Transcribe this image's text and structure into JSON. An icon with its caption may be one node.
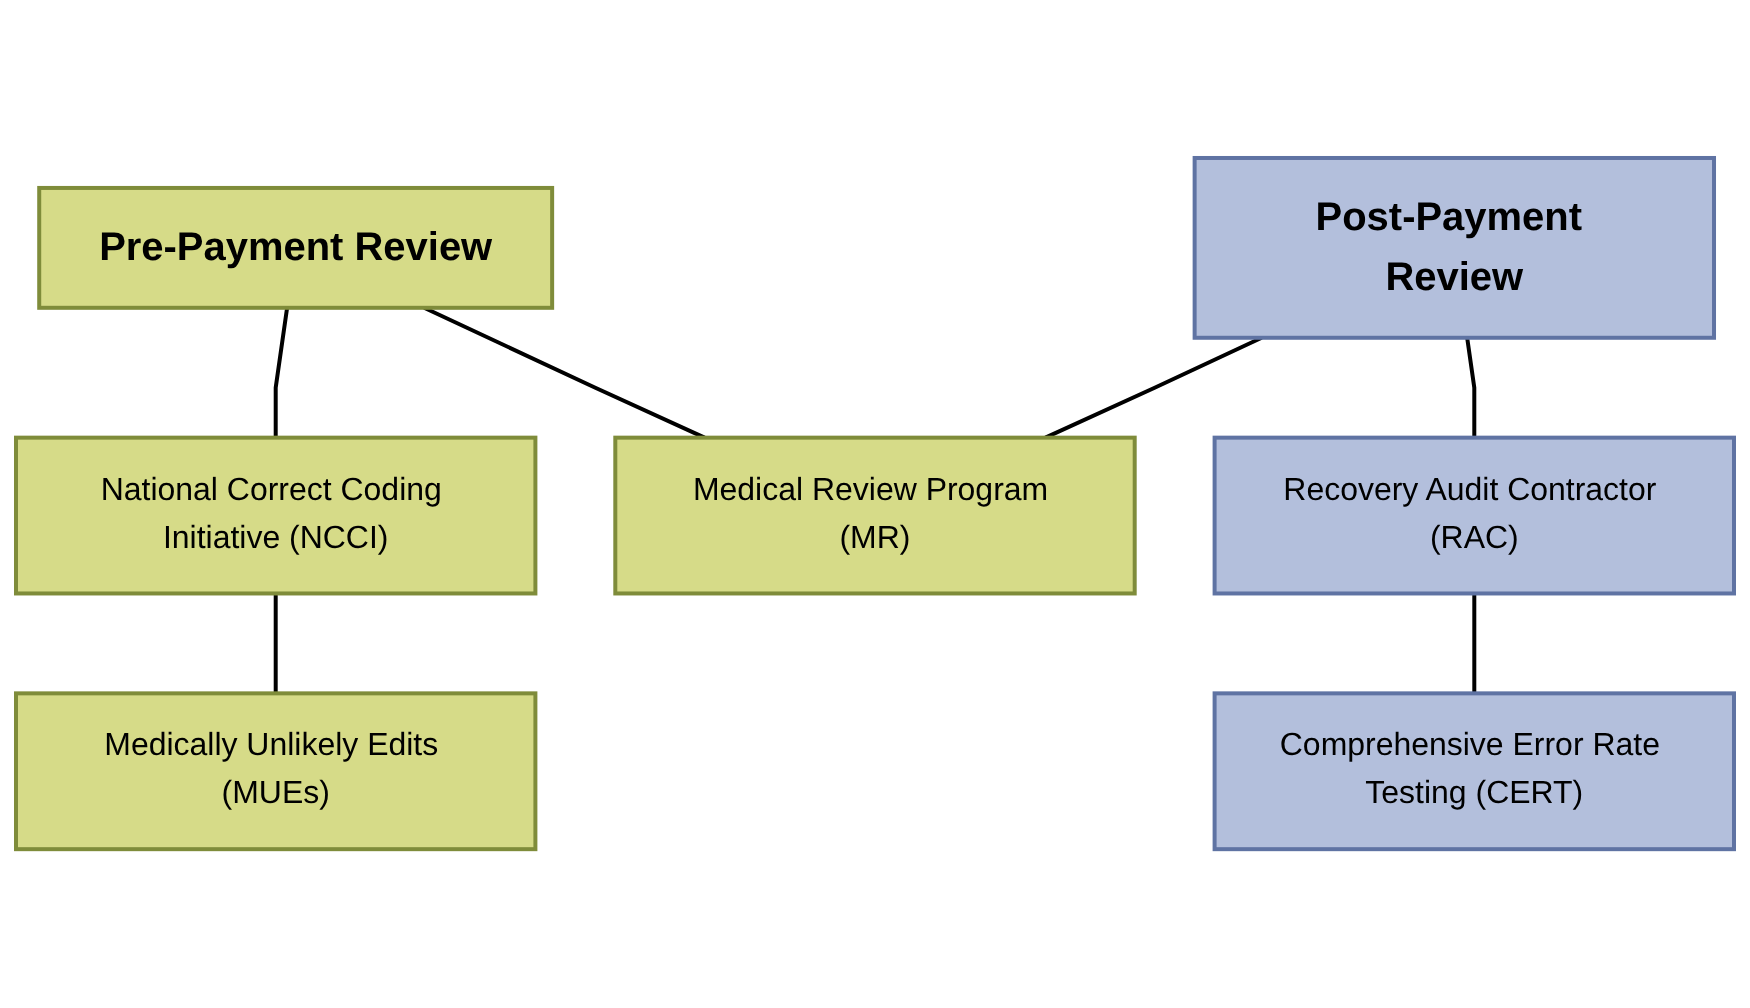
{
  "diagram": {
    "nodes": [
      {
        "text": [
          "Pre-Payment Review"
        ]
      },
      {
        "text": [
          "Post-Payment Review"
        ]
      },
      {
        "text": [
          "National Correct Coding Initiative (NCCI)"
        ]
      },
      {
        "text": [
          "Medically Unlikely Edits (MUEs)"
        ]
      },
      {
        "text": [
          "Recovery Audit Contractor (RAC)"
        ]
      },
      {
        "text": [
          "Comprehensive Error Rate Testing (CERT)"
        ]
      },
      {
        "text": [
          "Medical Review Program (MR)"
        ]
      }
    ],
    "edges": [
      {
        "from": 0,
        "to": 2,
        "arrow": "none"
      },
      {
        "from": 2,
        "to": 3,
        "arrow": "none"
      },
      {
        "from": 0,
        "to": 6,
        "arrow": "none"
      },
      {
        "from": 1,
        "to": 6,
        "arrow": "none"
      },
      {
        "from": 1,
        "to": 4,
        "arrow": "none"
      },
      {
        "from": 4,
        "to": 5,
        "arrow": "none"
      }
    ]
  }
}
